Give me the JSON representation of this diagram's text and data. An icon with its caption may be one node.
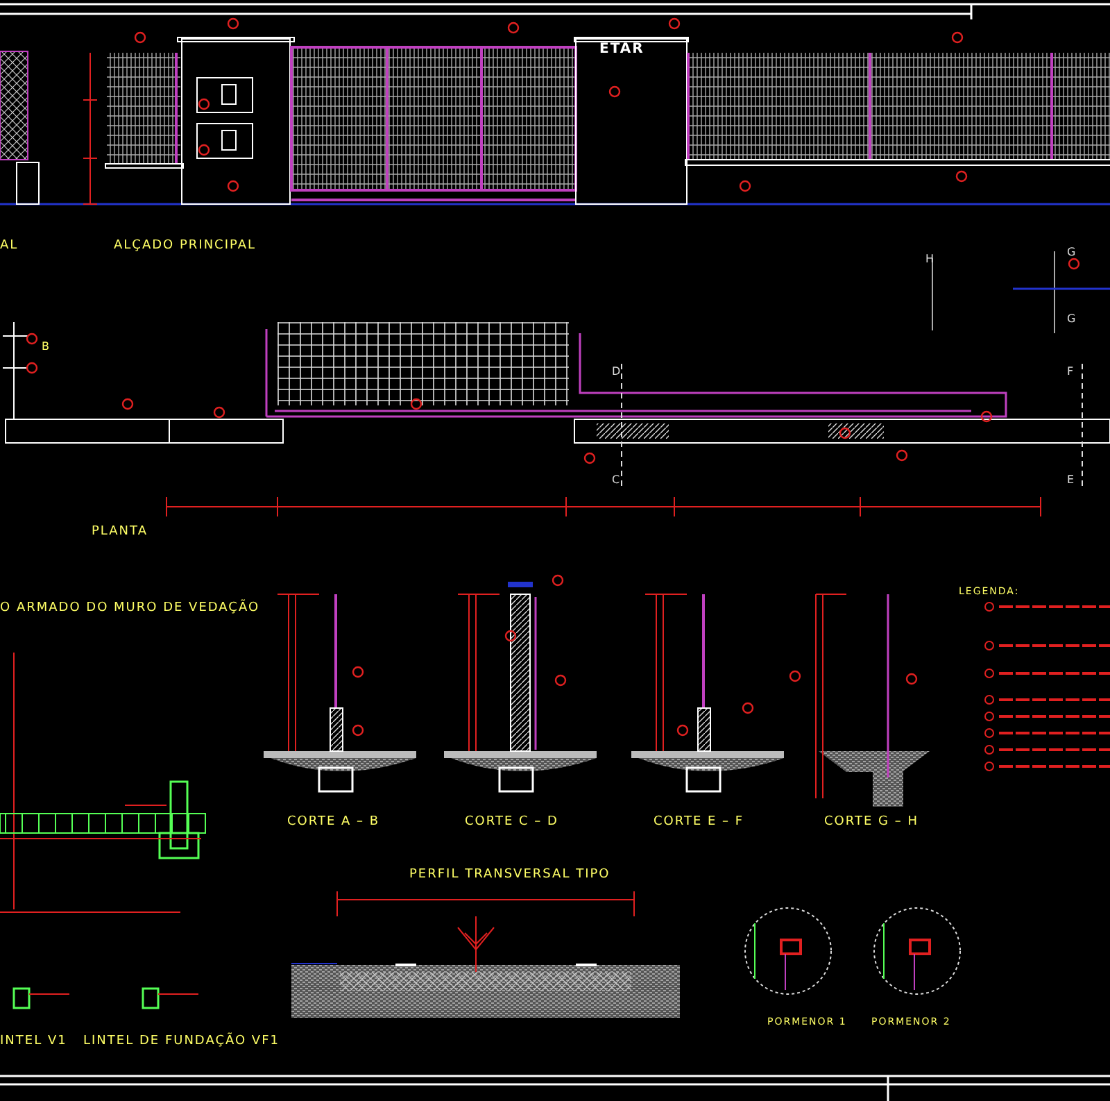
{
  "diagram": {
    "labels": [
      "ETAR",
      "AL",
      "ALÇADO PRINCIPAL",
      "H",
      "G",
      "G",
      "B",
      "D",
      "F",
      "C",
      "E",
      "PLANTA",
      "O ARMADO DO MURO DE VEDAÇÃO",
      "CORTE A – B",
      "CORTE C – D",
      "CORTE E – F",
      "CORTE G – H",
      "LEGENDA:",
      "PERFIL TRANSVERSAL TIPO",
      "PORMENOR 1",
      "PORMENOR 2",
      "INTEL V1",
      "LINTEL DE FUNDAÇÃO VF1"
    ]
  }
}
